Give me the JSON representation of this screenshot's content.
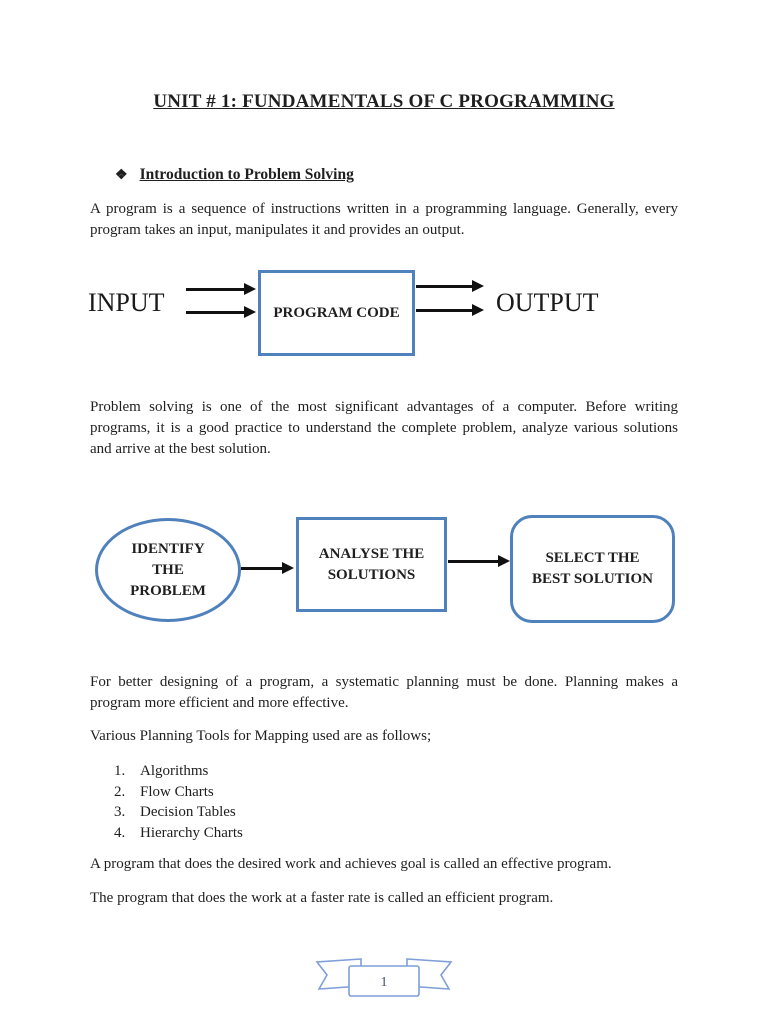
{
  "title": "UNIT # 1: FUNDAMENTALS OF C PROGRAMMING",
  "section": {
    "bullet": "❖",
    "heading": "Introduction to Problem Solving"
  },
  "paragraphs": {
    "p1": [
      "A program is a sequence of instructions written in a programming language. Generally, every",
      "program takes an input, manipulates it and provides an output."
    ],
    "p2": [
      "Problem solving is one of the most significant advantages of a computer. Before writing",
      "programs, it is a good practice to understand the complete problem, analyze various solutions",
      "and arrive at the best solution."
    ],
    "p3": [
      "For better designing of a program, a systematic planning must be done. Planning makes a",
      "program more efficient and more effective."
    ],
    "p4": "Various Planning Tools for Mapping used are as follows;",
    "p5": "A program that does the desired work and achieves goal is called an effective program.",
    "p6": "The program that does the work at a faster rate is called an efficient program."
  },
  "diagram_io": {
    "input_label": "INPUT",
    "box_label": "PROGRAM CODE",
    "output_label": "OUTPUT"
  },
  "diagram_flow": {
    "step1": "IDENTIFY\nTHE\nPROBLEM",
    "step2": "ANALYSE THE\nSOLUTIONS",
    "step3": "SELECT THE\nBEST SOLUTION"
  },
  "planning_tools": [
    {
      "num": "1.",
      "label": "Algorithms"
    },
    {
      "num": "2.",
      "label": "Flow Charts"
    },
    {
      "num": "3.",
      "label": "Decision Tables"
    },
    {
      "num": "4.",
      "label": "Hierarchy Charts"
    }
  ],
  "footer": {
    "page_number": "1"
  },
  "colors": {
    "shape_border": "#4f81bd",
    "arrow": "#111111",
    "ribbon_outline": "#7f9fd8",
    "page_number_text": "#44546a",
    "body_text": "#1f1f1f"
  }
}
